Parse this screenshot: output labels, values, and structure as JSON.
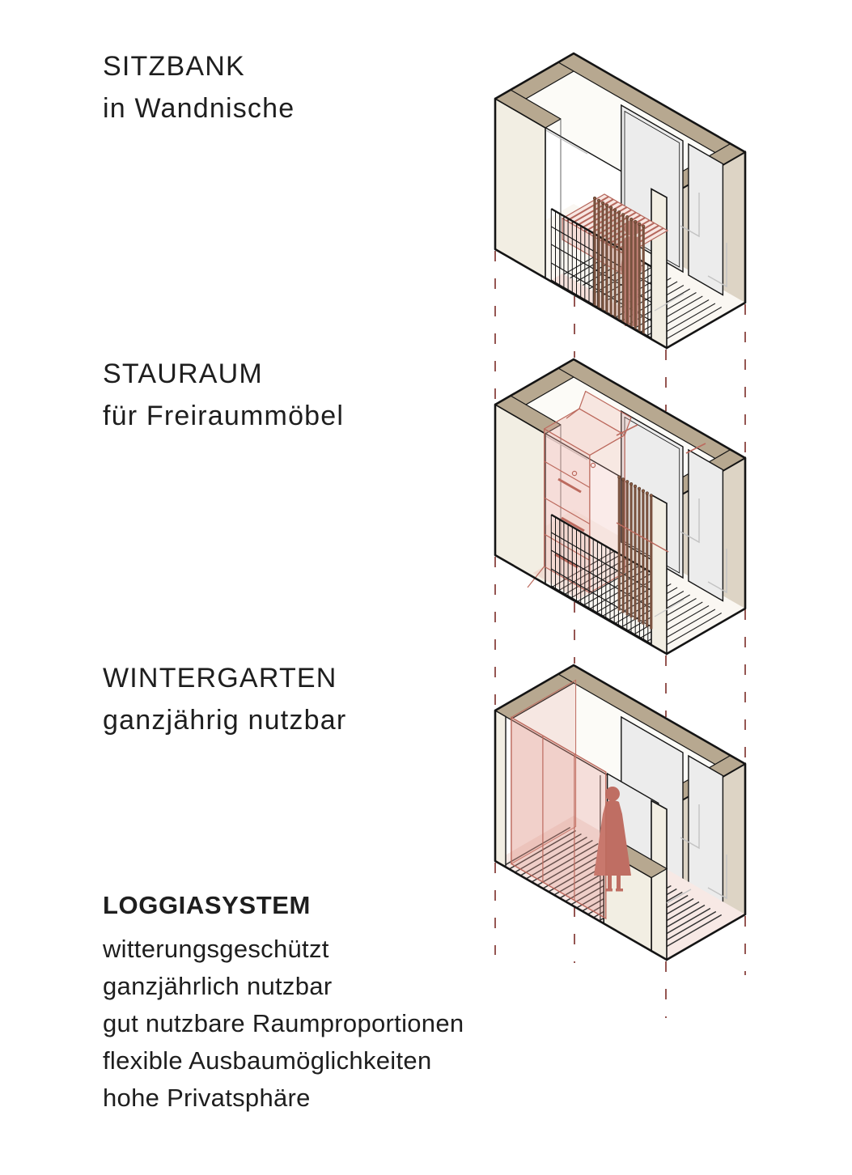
{
  "labels": [
    {
      "title": "SITZBANK",
      "subtitle": "in Wandnische"
    },
    {
      "title": "STAURAUM",
      "subtitle": "für Freiraummöbel"
    },
    {
      "title": "WINTERGARTEN",
      "subtitle": "ganzjährig nutzbar"
    }
  ],
  "summary": {
    "title": "LOGGIASYSTEM",
    "items": [
      "witterungsgeschützt",
      "ganzjährlich nutzbar",
      "gut nutzbare Raumproportionen",
      "flexible Ausbaumöglichkeiten",
      "hohe Privatsphäre"
    ]
  },
  "colors": {
    "wall_light": "#f2eee3",
    "wall_shade": "#ddd4c5",
    "wall_top": "#b7a890",
    "accent_red": "#bc6a5e",
    "accent_pink": "#f3dcd6",
    "wood_brown": "#7a5340",
    "figure": "#c5837a",
    "guide_dashed": "#7b2c27",
    "glass": "#ececec",
    "text": "#1e1e1e"
  }
}
